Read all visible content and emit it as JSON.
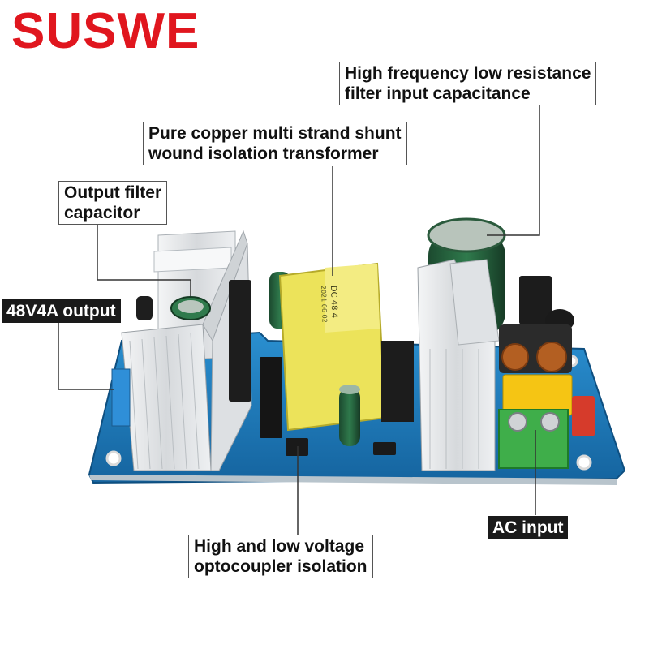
{
  "brand": {
    "name": "SUSWE",
    "color": "#e0161e"
  },
  "callouts": {
    "input_cap": {
      "line1": "High frequency low resistance",
      "line2": "filter input capacitance"
    },
    "transformer": {
      "line1": "Pure copper multi strand shunt",
      "line2": "wound isolation transformer"
    },
    "output_cap": {
      "line1": "Output filter",
      "line2": "capacitor"
    },
    "output": {
      "label": "48V4A output"
    },
    "optocoupler": {
      "line1": "High and low voltage",
      "line2": "optocoupler isolation"
    },
    "ac_input": {
      "label": "AC input"
    }
  },
  "transformer_marking": {
    "line1": "DC 48 4",
    "line2": "2021 06 02"
  },
  "board_colors": {
    "pcb": "#1d7fc0",
    "heatsink": "#e4e6e8",
    "transformer": "#ece35a",
    "terminal": "#3fae4a"
  }
}
